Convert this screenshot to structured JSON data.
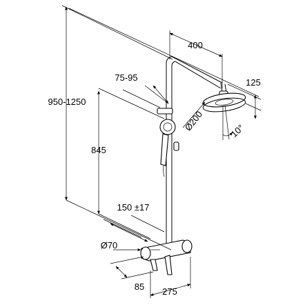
{
  "diagram": {
    "dimensions": {
      "total_height": "950-1250",
      "arm_length": "400",
      "head_drop": "125",
      "head_diameter": "Ø200",
      "tilt_angle": "10°",
      "holder_offset": "75-95",
      "bar_height": "845",
      "wall_spacing": "150 ±17",
      "pipe_diameter": "Ø70",
      "mixer_depth": "85",
      "mixer_width": "275"
    }
  }
}
